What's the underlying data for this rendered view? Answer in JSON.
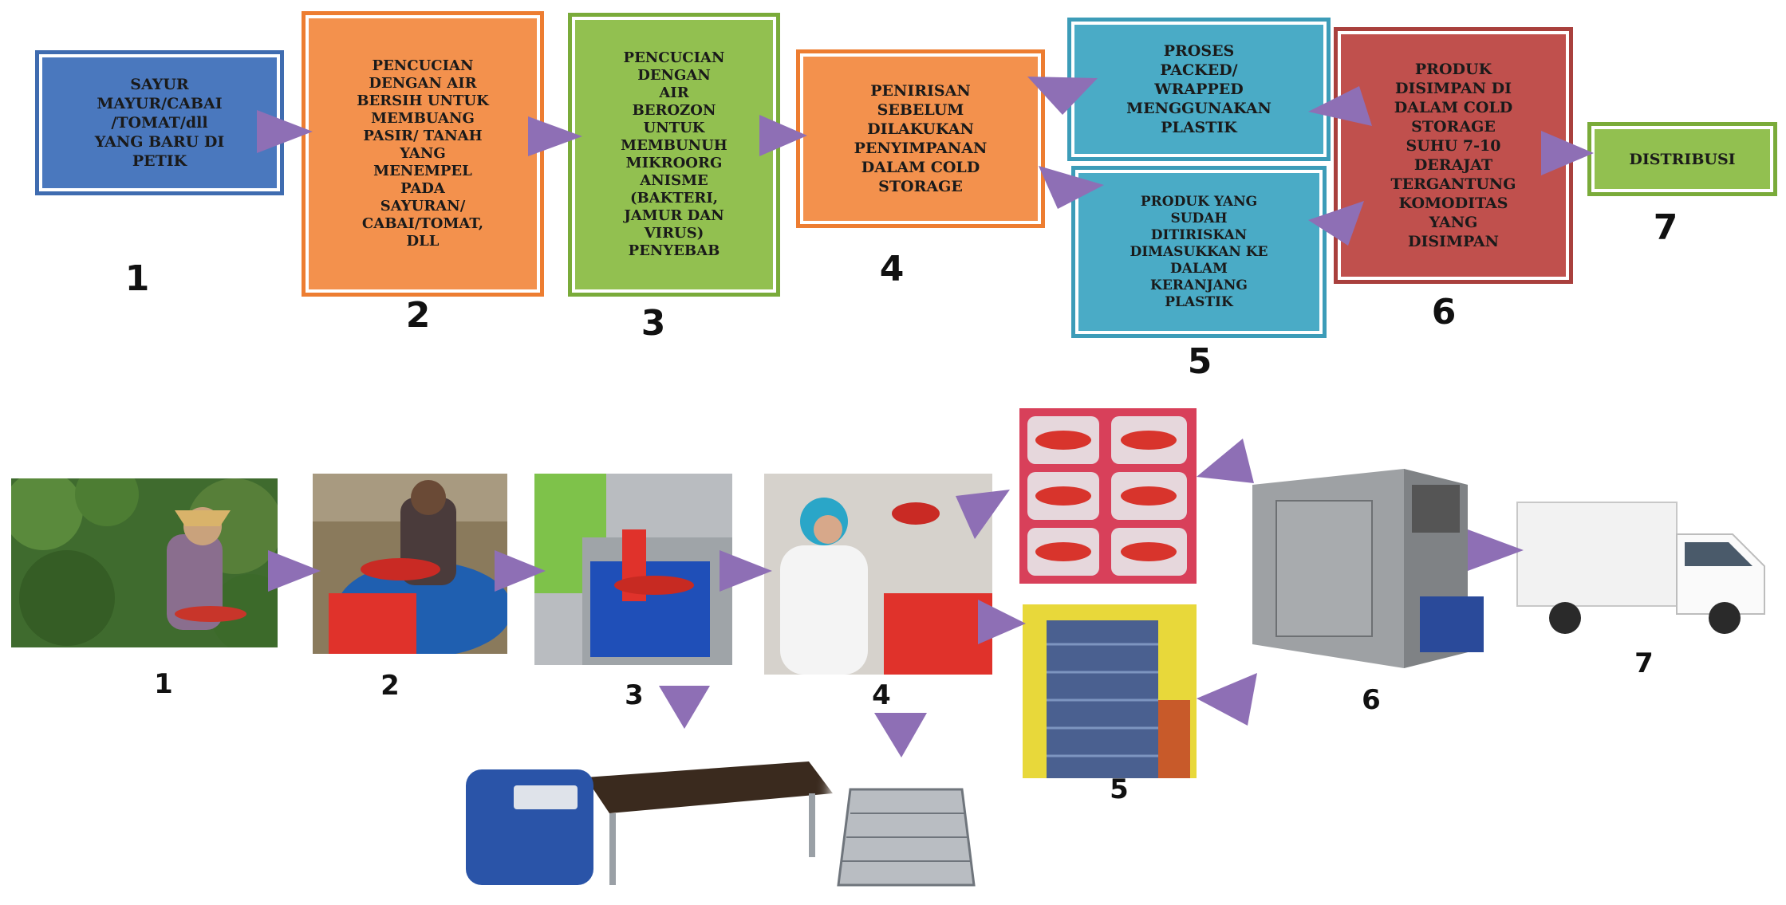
{
  "flow": {
    "boxes": [
      {
        "id": "1",
        "text": "SAYUR\nMAYUR/CABAI\n/TOMAT/dll\nYANG BARU DI\nPETIK"
      },
      {
        "id": "2",
        "text": "PENCUCIAN\nDENGAN AIR\nBERSIH UNTUK\nMEMBUANG\nPASIR/ TANAH\nYANG\nMENEMPEL\nPADA\nSAYURAN/\nCABAI/TOMAT,\nDLL"
      },
      {
        "id": "3",
        "text": "PENCUCIAN\nDENGAN\nAIR\nBEROZON\nUNTUK\nMEMBUNUH\nMIKROORG\nANISME\n(BAKTERI,\nJAMUR DAN\nVIRUS)\nPENYEBAB"
      },
      {
        "id": "4",
        "text": "PENIRISAN\nSEBELUM\nDILAKUKAN\nPENYIMPANAN\nDALAM COLD\nSTORAGE"
      },
      {
        "id": "5a",
        "text": "PROSES\nPACKED/\nWRAPPED\nMENGGUNAKAN\nPLASTIK"
      },
      {
        "id": "5b",
        "text": "PRODUK YANG\nSUDAH\nDITIRISKAN\nDIMASUKKAN  KE\nDALAM\nKERANJANG\nPLASTIK"
      },
      {
        "id": "6",
        "text": "PRODUK\nDISIMPAN DI\nDALAM COLD\nSTORAGE\nSUHU 7-10\nDERAJAT\nTERGANTUNG\nKOMODITAS\nYANG\nDISIMPAN"
      },
      {
        "id": "7",
        "text": "DISTRIBUSI"
      }
    ],
    "step_numbers": [
      "1",
      "2",
      "3",
      "4",
      "5",
      "6",
      "7"
    ]
  },
  "photos": {
    "step_numbers": [
      "1",
      "2",
      "3",
      "4",
      "5",
      "6",
      "7"
    ]
  },
  "colors": {
    "arrow": "#8e6fb5",
    "blue": "#4a78be",
    "orange": "#f3914d",
    "green": "#92c050",
    "teal": "#4aabc6",
    "red": "#c0504d"
  }
}
